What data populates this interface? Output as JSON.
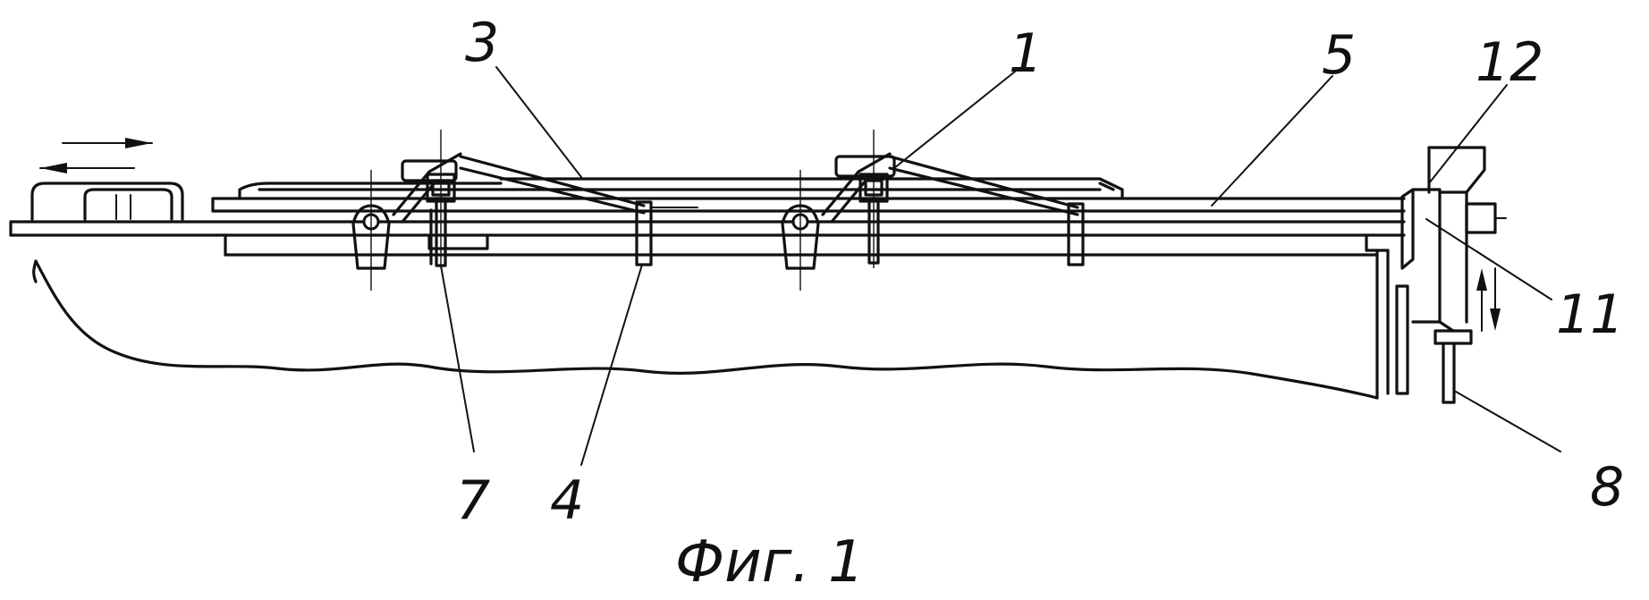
{
  "figure": {
    "caption": "Фиг. 1",
    "labels": [
      {
        "id": "label-3",
        "text": "3"
      },
      {
        "id": "label-1",
        "text": "1"
      },
      {
        "id": "label-5",
        "text": "5"
      },
      {
        "id": "label-12",
        "text": "12"
      },
      {
        "id": "label-11",
        "text": "11"
      },
      {
        "id": "label-8",
        "text": "8"
      },
      {
        "id": "label-7",
        "text": "7"
      },
      {
        "id": "label-4",
        "text": "4"
      }
    ]
  }
}
